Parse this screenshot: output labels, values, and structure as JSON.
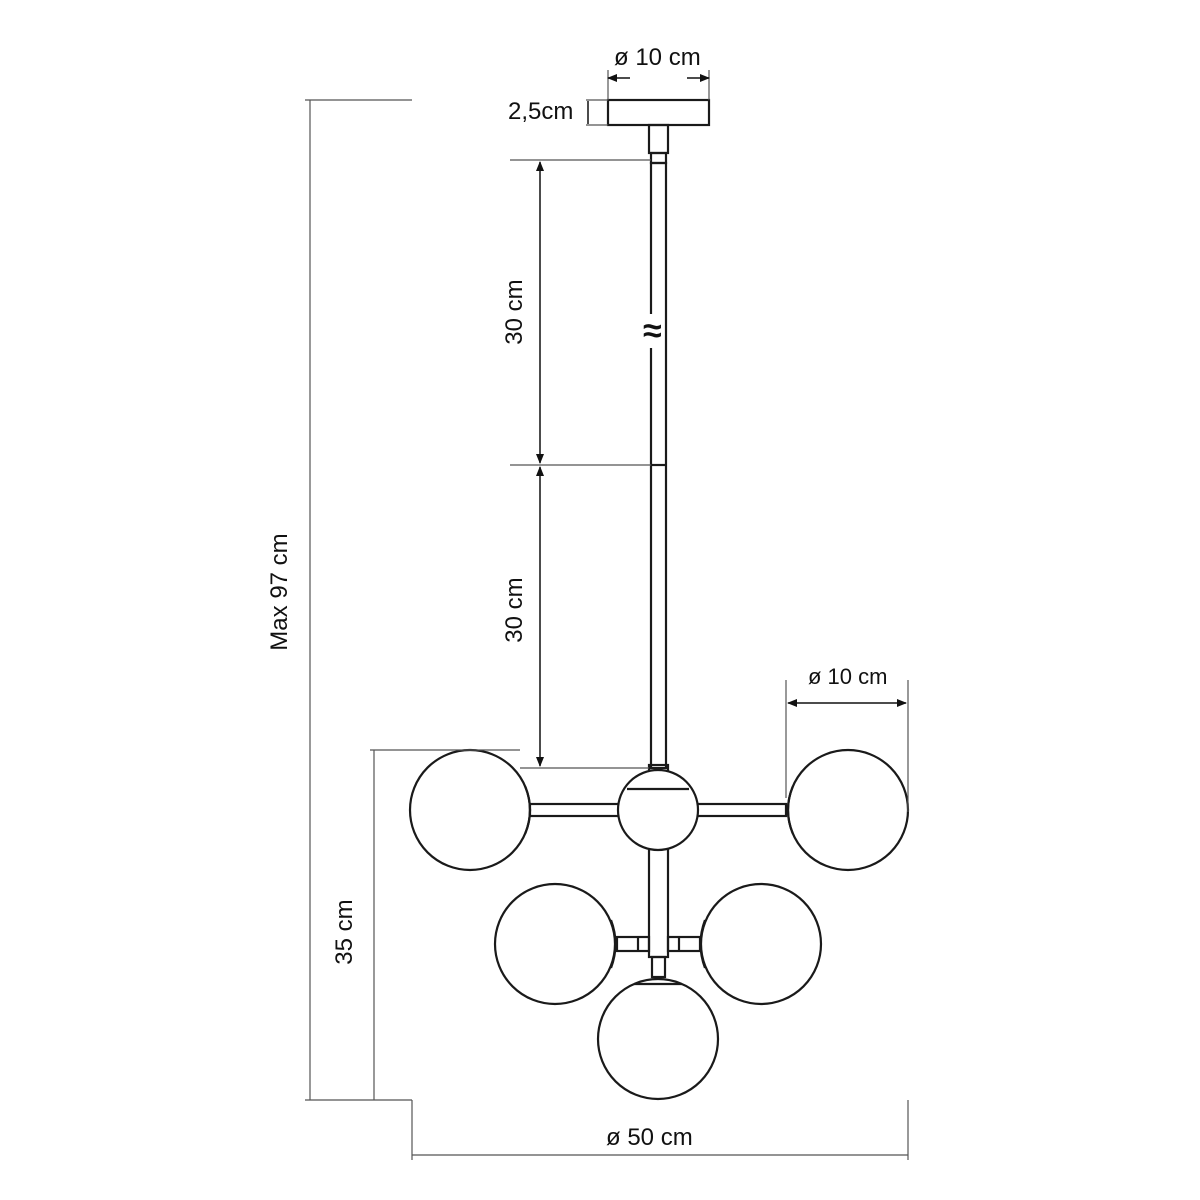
{
  "dimensions": {
    "canopy_diameter": "ø 10 cm",
    "canopy_height": "2,5cm",
    "rod_segment_1": "30 cm",
    "rod_segment_2": "30 cm",
    "max_height": "Max 97 cm",
    "body_height": "35 cm",
    "globe_diameter": "ø 10 cm",
    "total_diameter": "ø 50 cm"
  },
  "symbols": {
    "rod_break": "≈"
  },
  "colors": {
    "line": "#1a1a1a",
    "dim_line": "#555555",
    "background": "#ffffff"
  }
}
